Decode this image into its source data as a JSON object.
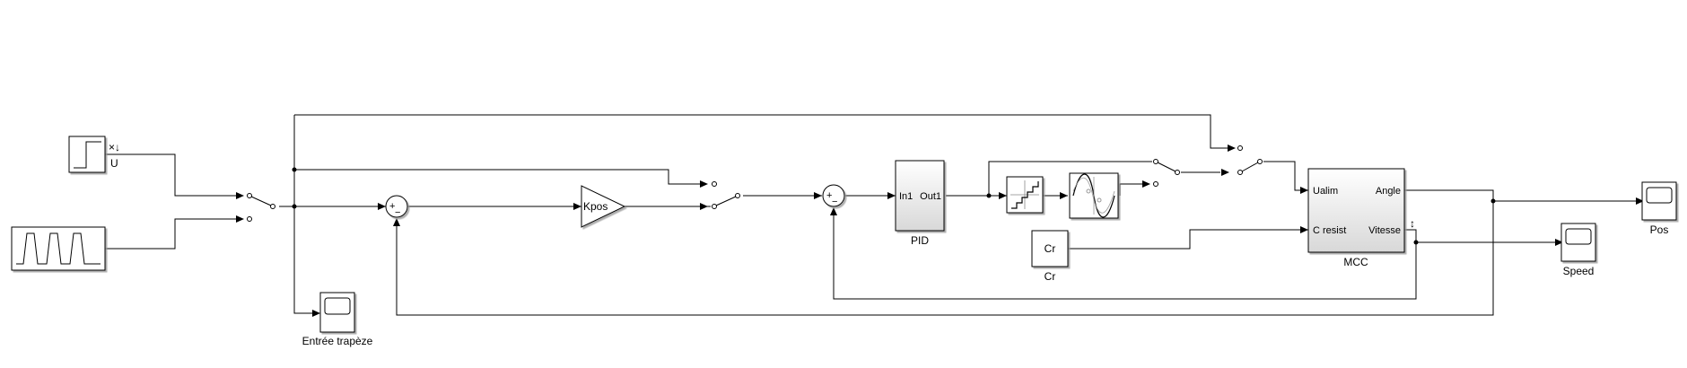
{
  "diagram": {
    "blocks": {
      "step": {
        "label": "U",
        "glyph": "×↓"
      },
      "scope_trapeze": {
        "label": "Entrée trapèze"
      },
      "gain": {
        "text": "Kpos"
      },
      "pid": {
        "label": "PID",
        "port_in": "In1",
        "port_out": "Out1"
      },
      "cr": {
        "text": "Cr",
        "label": "Cr"
      },
      "mcc": {
        "label": "MCC",
        "port_ualim": "Ualim",
        "port_cresist": "C resist",
        "port_angle": "Angle",
        "port_vitesse": "Vitesse",
        "glyph": "↕"
      },
      "scope_pos": {
        "label": "Pos"
      },
      "scope_speed": {
        "label": "Speed"
      }
    },
    "colors": {
      "block_fill": "#ffffff",
      "block_gradient": "#d8d8d8",
      "line": "#000000"
    }
  }
}
